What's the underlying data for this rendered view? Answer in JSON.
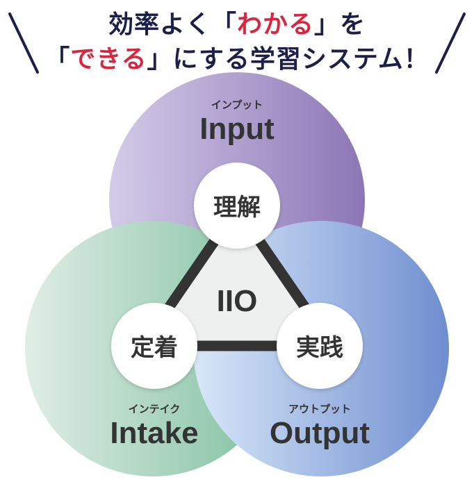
{
  "headline": {
    "line1_pre": "効率よく「",
    "line1_accent": "わかる",
    "line1_post": "」を",
    "line2_pre": "「",
    "line2_accent": "できる",
    "line2_post": "」にする学習システム！"
  },
  "colors": {
    "navy": "#1c1f4a",
    "accent_red": "#d7263d",
    "input_purple": "#8c76b6",
    "output_blue": "#6f8ed0",
    "intake_green": "#7dbf9f",
    "center_text": "#333333"
  },
  "diagram": {
    "center": "IIO",
    "input": {
      "ruby": "インプット",
      "name": "Input",
      "node": "理解"
    },
    "intake": {
      "ruby": "インテイク",
      "name": "Intake",
      "node": "定着"
    },
    "output": {
      "ruby": "アウトプット",
      "name": "Output",
      "node": "実践"
    }
  }
}
